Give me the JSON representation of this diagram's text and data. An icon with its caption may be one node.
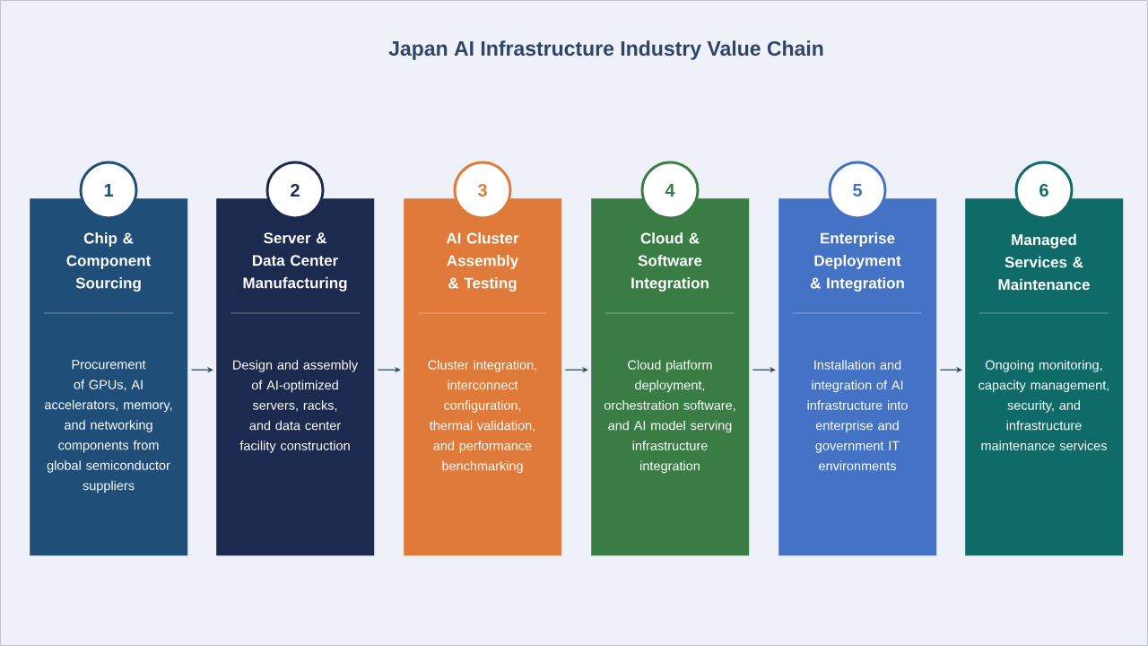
{
  "diagram": {
    "title": "Japan AI Infrastructure Industry Value Chain",
    "nodes": [
      {
        "text": [
          "1"
        ]
      },
      {
        "text": [
          "Chip & Component Sourcing",
          "Procurement of GPUs, AI accelerators, memory, and networking components from global semiconductor suppliers"
        ]
      },
      {
        "text": [
          "2"
        ]
      },
      {
        "text": [
          "Server & Data Center Manufacturing",
          "Design and assembly of AI-optimized servers, racks, and data center facility construction"
        ]
      },
      {
        "text": [
          "3"
        ]
      },
      {
        "text": [
          "AI Cluster Assembly & Testing",
          "Cluster integration, interconnect configuration, thermal validation, and performance benchmarking"
        ]
      },
      {
        "text": [
          "4"
        ]
      },
      {
        "text": [
          "Cloud & Software Integration",
          "Cloud platform deployment, orchestration software, and AI model serving infrastructure integration"
        ]
      },
      {
        "text": [
          "5"
        ]
      },
      {
        "text": [
          "Enterprise Deployment & Integration",
          "Installation and integration of AI infrastructure into enterprise and government IT environments"
        ]
      },
      {
        "text": [
          "6"
        ]
      },
      {
        "text": [
          "Managed Services & Maintenance",
          "Ongoing monitoring, capacity management, security, and infrastructure maintenance services"
        ]
      }
    ],
    "edges": [
      {
        "from": 1,
        "to": 3,
        "arrow": "to"
      },
      {
        "from": 3,
        "to": 5,
        "arrow": "to"
      },
      {
        "from": 5,
        "to": 7,
        "arrow": "to"
      },
      {
        "from": 7,
        "to": 9,
        "arrow": "to"
      },
      {
        "from": 9,
        "to": 11,
        "arrow": "to"
      }
    ]
  }
}
